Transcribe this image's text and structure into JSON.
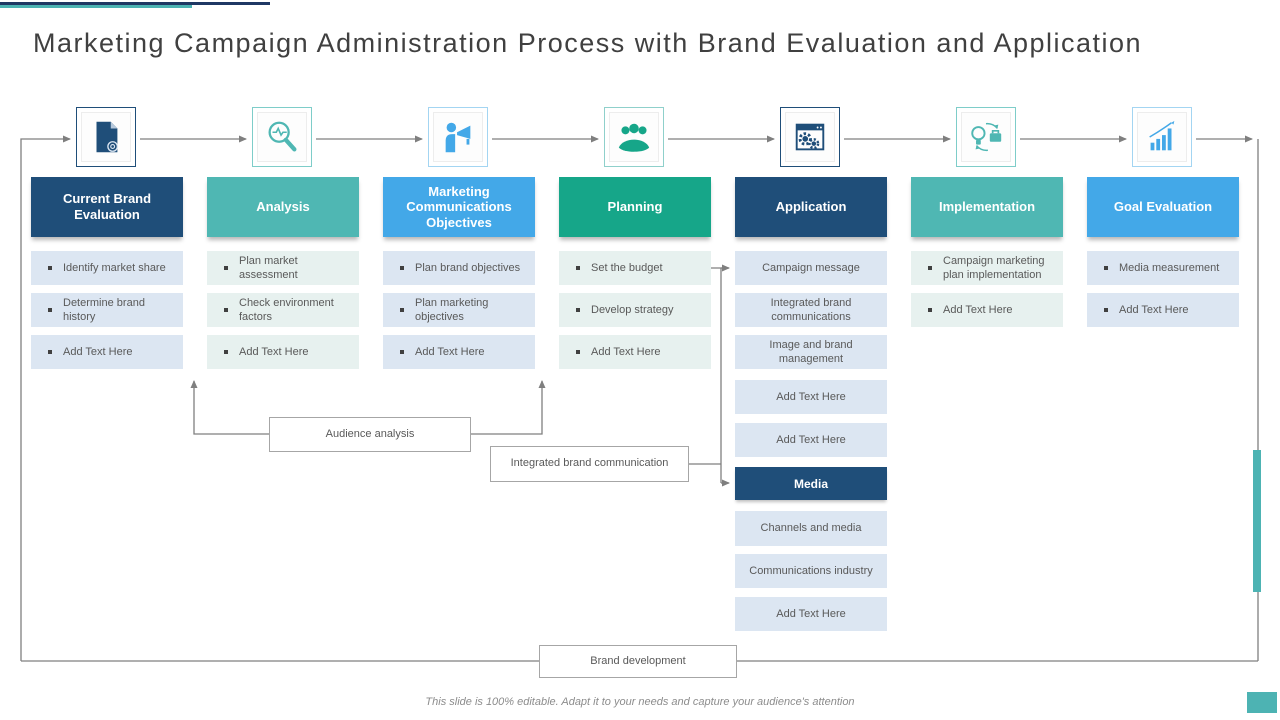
{
  "title": "Marketing Campaign Administration Process with Brand Evaluation and Application",
  "footer": "This slide is 100% editable. Adapt it to your needs and capture your audience's attention",
  "colors": {
    "navy": "#1F4E79",
    "teal": "#4FB7B3",
    "blue": "#43A8E8",
    "green": "#16A689",
    "item_light_blue": "#DCE6F2",
    "item_light_teal": "#E7F1EF",
    "line_gray": "#7F7F7F",
    "accent_teal": "#4DB3B3"
  },
  "columns": [
    {
      "header": "Current Brand Evaluation",
      "icon": "document-icon",
      "items": [
        "Identify market share",
        "Determine brand history",
        "Add Text Here"
      ]
    },
    {
      "header": "Analysis",
      "icon": "analysis-magnifier-icon",
      "items": [
        "Plan market assessment",
        "Check environment factors",
        "Add Text Here"
      ]
    },
    {
      "header": "Marketing Communications Objectives",
      "icon": "megaphone-person-icon",
      "items": [
        "Plan brand objectives",
        "Plan marketing objectives",
        "Add Text Here"
      ]
    },
    {
      "header": "Planning",
      "icon": "team-meeting-icon",
      "items": [
        "Set the budget",
        "Develop strategy",
        "Add Text Here"
      ]
    },
    {
      "header": "Application",
      "icon": "browser-gears-icon",
      "items": [
        "Campaign message",
        "Integrated brand communications",
        "Image and brand management",
        "Add Text Here",
        "Add Text Here"
      ],
      "media": {
        "label": "Media",
        "items": [
          "Channels and media",
          "Communications industry",
          "Add Text Here"
        ]
      }
    },
    {
      "header": "Implementation",
      "icon": "idea-to-business-icon",
      "items": [
        "Campaign marketing plan implementation",
        "Add Text Here"
      ]
    },
    {
      "header": "Goal Evaluation",
      "icon": "growth-chart-icon",
      "items": [
        "Media measurement",
        "Add Text Here"
      ]
    }
  ],
  "connector_labels": {
    "audience_analysis": "Audience analysis",
    "integrated_brand_communication": "Integrated brand communication",
    "brand_development": "Brand development"
  }
}
